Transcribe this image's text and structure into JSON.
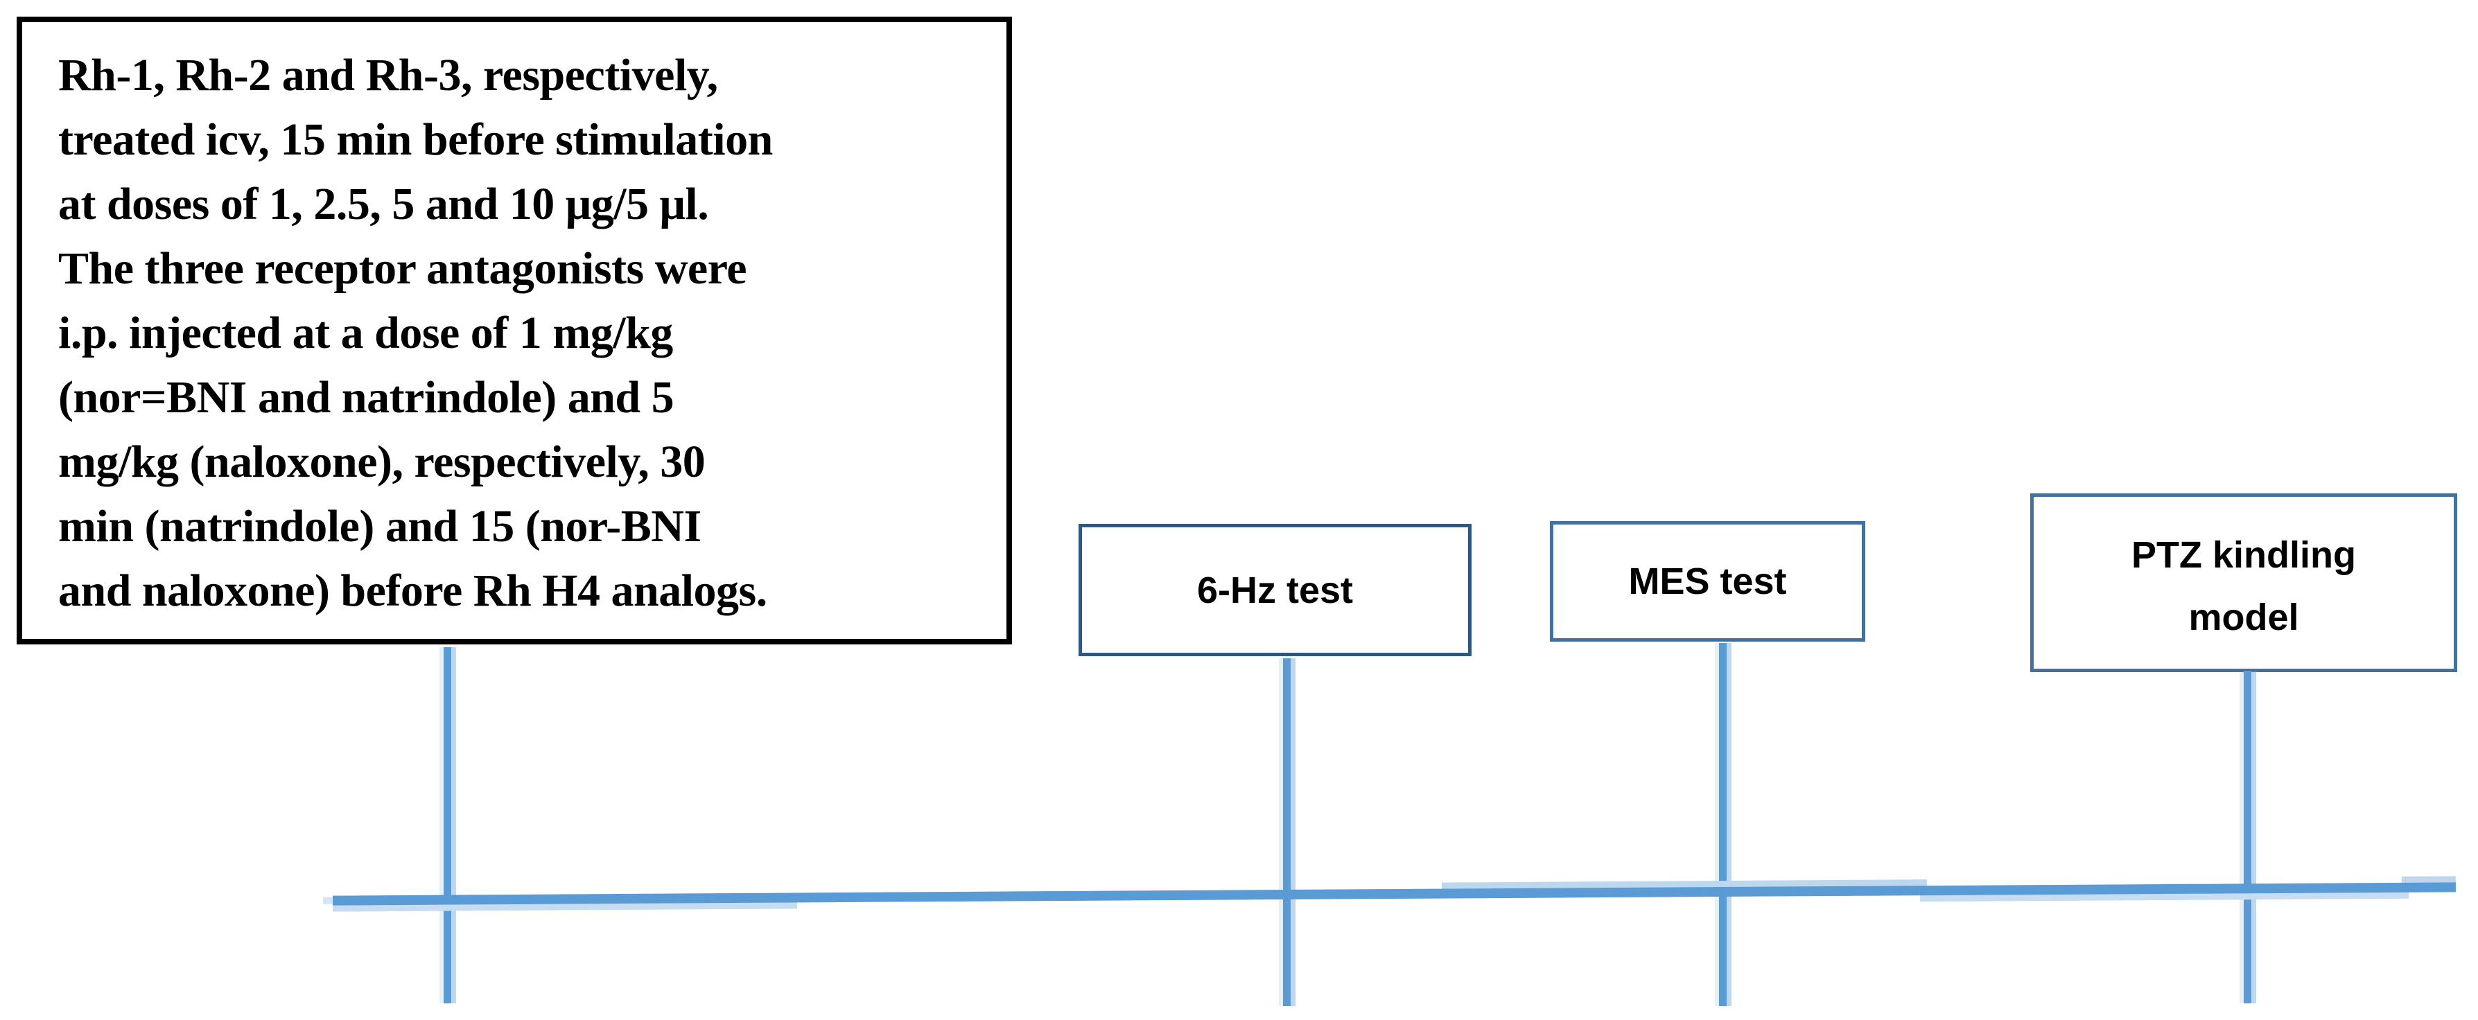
{
  "figure": {
    "type": "timeline-diagram",
    "annotation": {
      "full_text": "Rh-1, Rh-2 and Rh-3, respectively, treated icv, 15 min before stimulation at doses of 1, 2.5, 5 and 10 μg/5 μl. The three receptor antagonists were i.p. injected at a dose of 1 mg/kg (nor=BNI and natrindole) and 5 mg/kg (naloxone), respectively, 30 min (natrindole) and 15 (nor-BNI and naloxone) before Rh H4 analogs.",
      "lines": [
        "Rh-1, Rh-2 and Rh-3, respectively,",
        "treated icv, 15 min before stimulation",
        "at doses of 1, 2.5, 5 and 10 μg/5 μl.",
        "The three receptor antagonists were",
        "i.p. injected at a dose of 1 mg/kg",
        "(nor=BNI and natrindole) and 5",
        "mg/kg (naloxone), respectively, 30",
        "min (natrindole) and 15 (nor-BNI",
        "and naloxone) before Rh H4 analogs."
      ]
    },
    "boxes": [
      {
        "id": "6hz",
        "label": "6-Hz test",
        "lines": [
          "6-Hz test"
        ]
      },
      {
        "id": "mes",
        "label": "MES test",
        "lines": [
          "MES test"
        ]
      },
      {
        "id": "ptz",
        "label": "PTZ kindling model",
        "lines": [
          "PTZ kindling",
          "model"
        ]
      }
    ],
    "colors": {
      "timeline_blue": "#5B9BD5",
      "timeline_halo": "#BDD7EE",
      "box_6hz_border": "#2F5780",
      "box_mes_border": "#41719C",
      "box_ptz_border": "#41719C",
      "annotation_border": "#000000",
      "label_text": "#000000",
      "background": "#FFFFFF"
    }
  }
}
